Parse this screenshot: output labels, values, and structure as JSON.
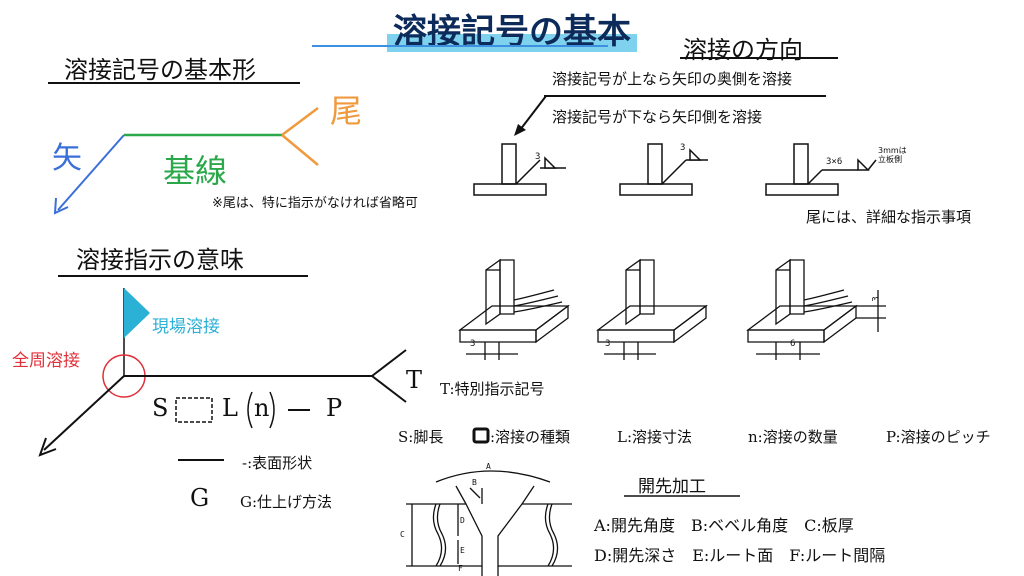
{
  "title": "溶接記号の基本",
  "basic": {
    "heading": "溶接記号の基本形",
    "arrow": "矢",
    "reference_line": "基線",
    "tail": "尾",
    "note": "※尾は、特に指示がなければ省略可"
  },
  "direction": {
    "heading": "溶接の方向",
    "line1": "溶接記号が上なら矢印の奥側を溶接",
    "line2": "溶接記号が下なら矢印側を溶接",
    "fig1_size": "3",
    "fig2_size": "3",
    "fig3_size": "3×6",
    "fig3_note_1": "3mmは",
    "fig3_note_2": "立板側",
    "tail_note": "尾には、詳細な指示事項",
    "iso1_dim": "3",
    "iso2_dim": "3",
    "iso3_dim": "6",
    "iso3_vdim": "3"
  },
  "meaning": {
    "heading": "溶接指示の意味",
    "field_weld": "現場溶接",
    "all_around": "全周溶接",
    "S": "S",
    "L": "L",
    "n": "n",
    "P": "P",
    "T": "T",
    "T_desc": "T:特別指示記号",
    "legend": "S:脚長",
    "legend_box": ":溶接の種類",
    "legend_L": "L:溶接寸法",
    "legend_n": "n:溶接の数量",
    "legend_P": "P:溶接のピッチ",
    "surface": "-:表面形状",
    "G": "G",
    "G_desc": "G:仕上げ方法"
  },
  "groove": {
    "heading": "開先加工",
    "line1": "A:開先角度　B:ベベル角度　C:板厚",
    "line2": "D:開先深さ　E:ルート面　F:ルート間隔",
    "A": "A",
    "B": "B",
    "C": "C",
    "D": "D",
    "E": "E",
    "F": "F"
  },
  "colors": {
    "arrow": "#3a6fd8",
    "reference": "#2aa84a",
    "tail": "#f09a3e",
    "flag": "#2bb0d6",
    "circle": "#e0303a"
  }
}
